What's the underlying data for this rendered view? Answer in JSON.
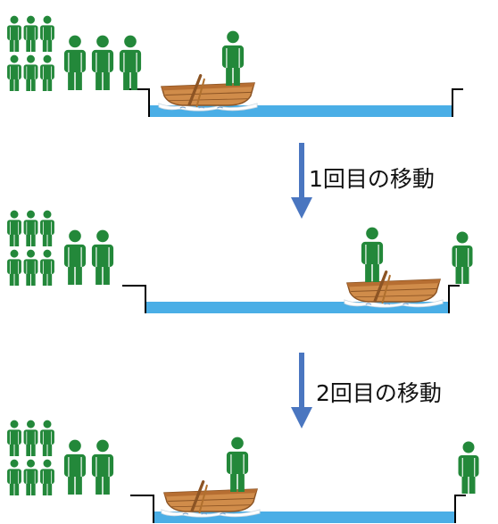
{
  "colors": {
    "person": "#23883a",
    "river": "#4aaee6",
    "arrow": "#4a76c0",
    "boat_body": "#d08c4a",
    "boat_shadow": "#8c5424",
    "bank_line": "#000000"
  },
  "icons": {
    "person": "person-icon",
    "boat": "boat-icon",
    "arrow": "down-arrow-icon"
  },
  "steps": [
    {
      "label": "1回目の移動"
    },
    {
      "label": "2回目の移動"
    }
  ],
  "panels": [
    {
      "left_bank_small": 6,
      "left_bank_large": 3,
      "boat_side": "left",
      "boat_passengers": 1,
      "right_bank_large": 0
    },
    {
      "left_bank_small": 6,
      "left_bank_large": 2,
      "boat_side": "right",
      "boat_passengers": 1,
      "right_bank_large": 1
    },
    {
      "left_bank_small": 6,
      "left_bank_large": 2,
      "boat_side": "left",
      "boat_passengers": 1,
      "right_bank_large": 1
    }
  ]
}
